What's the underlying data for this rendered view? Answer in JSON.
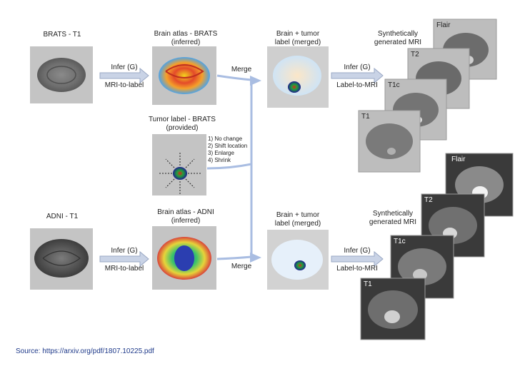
{
  "top_row": {
    "input_title": "BRATS - T1",
    "atlas_title_line1": "Brain atlas - BRATS",
    "atlas_title_line2": "(inferred)",
    "merged_title_line1": "Brain + tumor",
    "merged_title_line2": "label (merged)",
    "infer_top": "Infer (G)",
    "infer_bottom": "MRI-to-label",
    "merge_label": "Merge",
    "infer2_top": "Infer (G)",
    "infer2_bottom": "Label-to-MRI",
    "synthetic_line1": "Synthetically",
    "synthetic_line2": "generated MRI",
    "stack_labels": [
      "Flair",
      "T2",
      "T1c",
      "T1"
    ]
  },
  "middle": {
    "tumor_title_line1": "Tumor label - BRATS",
    "tumor_title_line2": "(provided)",
    "options": [
      "1) No change",
      "2) Shift location",
      "3) Enlarge",
      "4) Shrink"
    ]
  },
  "bottom_row": {
    "input_title": "ADNI - T1",
    "atlas_title_line1": "Brain atlas - ADNI",
    "atlas_title_line2": "(inferred)",
    "merged_title_line1": "Brain + tumor",
    "merged_title_line2": "label (merged)",
    "infer_top": "Infer (G)",
    "infer_bottom": "MRI-to-label",
    "merge_label": "Merge",
    "infer2_top": "Infer (G)",
    "infer2_bottom": "Label-to-MRI",
    "synthetic_line1": "Synthetically",
    "synthetic_line2": "generated MRI",
    "stack_labels": [
      "Flair",
      "T2",
      "T1c",
      "T1"
    ]
  },
  "source": "Source: https://arxiv.org/pdf/1807.10225.pdf",
  "colors": {
    "arrow": "#b8c8e8",
    "arrow_stroke": "#8fa3c6",
    "merge_line": "#9fb5de",
    "source_text": "#1f3a8a"
  }
}
